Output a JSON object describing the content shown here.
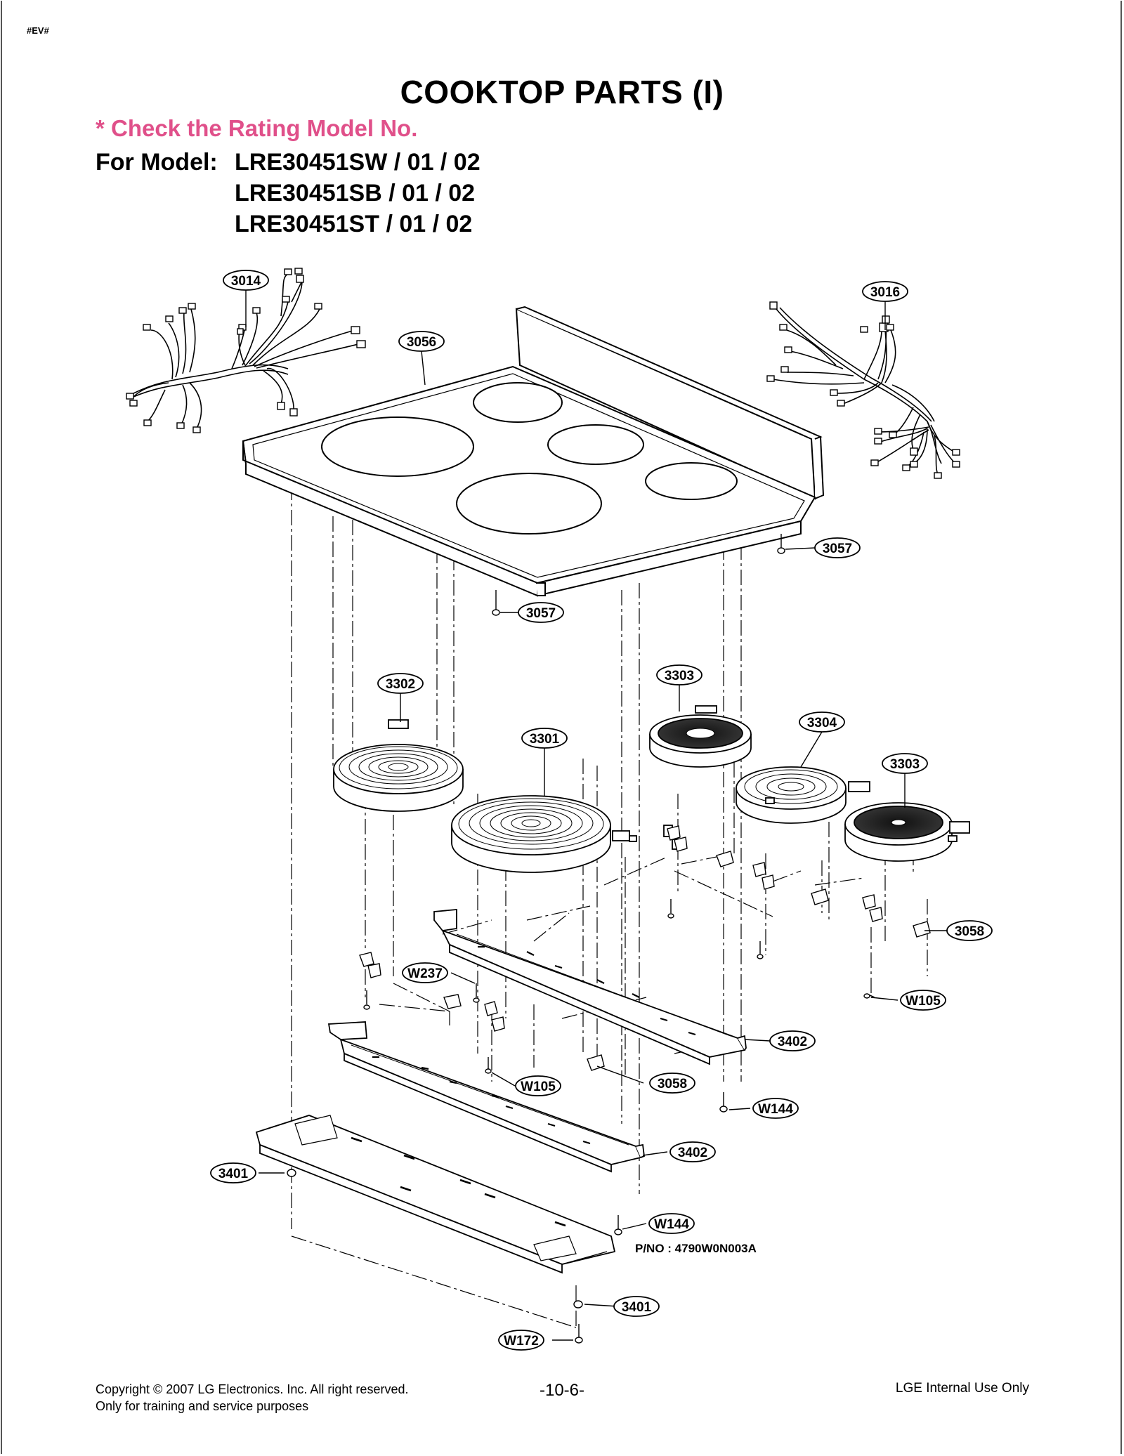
{
  "header": {
    "tag": "#EV#",
    "title": "COOKTOP PARTS (I)",
    "note": "* Check the Rating Model No.",
    "model_label": "For Model:",
    "models": [
      "LRE30451SW / 01 / 02",
      "LRE30451SB / 01 / 02",
      "LRE30451ST / 01 / 02"
    ]
  },
  "callouts": [
    {
      "id": "c3014",
      "label": "3014"
    },
    {
      "id": "c3016",
      "label": "3016"
    },
    {
      "id": "c3056",
      "label": "3056"
    },
    {
      "id": "c3057a",
      "label": "3057"
    },
    {
      "id": "c3057b",
      "label": "3057"
    },
    {
      "id": "c3302",
      "label": "3302"
    },
    {
      "id": "c3303a",
      "label": "3303"
    },
    {
      "id": "c3301",
      "label": "3301"
    },
    {
      "id": "c3304",
      "label": "3304"
    },
    {
      "id": "c3303b",
      "label": "3303"
    },
    {
      "id": "c3058a",
      "label": "3058"
    },
    {
      "id": "cW237",
      "label": "W237"
    },
    {
      "id": "cW105a",
      "label": "W105"
    },
    {
      "id": "c3402a",
      "label": "3402"
    },
    {
      "id": "cW105b",
      "label": "W105"
    },
    {
      "id": "c3058b",
      "label": "3058"
    },
    {
      "id": "cW144a",
      "label": "W144"
    },
    {
      "id": "c3402b",
      "label": "3402"
    },
    {
      "id": "c3401a",
      "label": "3401"
    },
    {
      "id": "cW144b",
      "label": "W144"
    },
    {
      "id": "c3401b",
      "label": "3401"
    },
    {
      "id": "cW172",
      "label": "W172"
    }
  ],
  "part_number": "P/NO : 4790W0N003A",
  "footer": {
    "copyright": "Copyright © 2007 LG Electronics. Inc. All right reserved.",
    "training": "Only for training and service purposes",
    "page": "-10-6-",
    "internal": "LGE Internal Use Only"
  }
}
